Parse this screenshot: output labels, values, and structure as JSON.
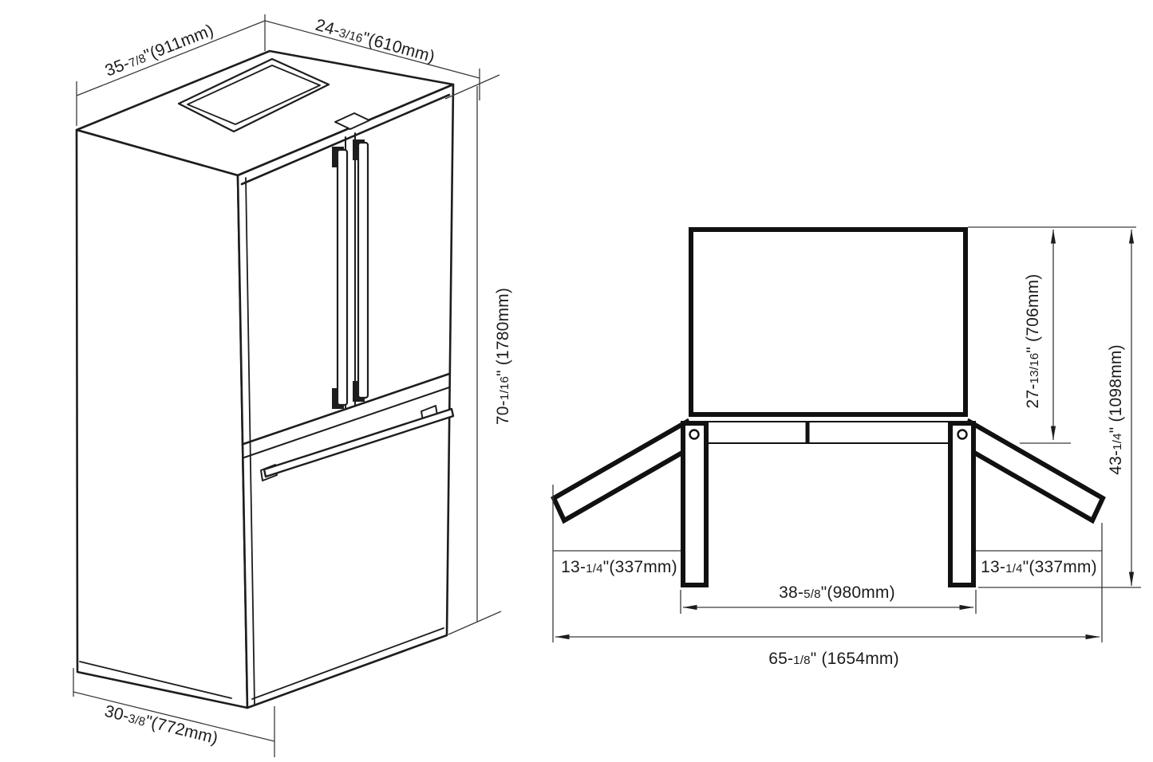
{
  "drawing": {
    "title": "refrigerator-dimension-diagram",
    "background": "#ffffff",
    "line_color": "#1d1d1d",
    "views": {
      "left": "isometric-view-french-door-refrigerator",
      "right": "top-view-doors-open"
    }
  },
  "dimensions": {
    "width_top": {
      "whole": "35-",
      "frac": "7/8",
      "rest": "\"(911mm)"
    },
    "depth_top": {
      "whole": "24-",
      "frac": "3/16",
      "rest": "\"(610mm)"
    },
    "height": {
      "whole": "70-",
      "frac": "1/16",
      "rest": "\" (1780mm)"
    },
    "depth_bottom": {
      "whole": "30-",
      "frac": "3/8",
      "rest": "\"(772mm)"
    },
    "door_depth": {
      "whole": "27-",
      "frac": "13/16",
      "rest": "\" (706mm)"
    },
    "depth_doors_open": {
      "whole": "43-",
      "frac": "1/4",
      "rest": "\" (1098mm)"
    },
    "door_swing_left": {
      "whole": "13-",
      "frac": "1/4",
      "rest": "\"(337mm)"
    },
    "door_swing_right": {
      "whole": "13-",
      "frac": "1/4",
      "rest": "\"(337mm)"
    },
    "width_doors_90": {
      "whole": "38-",
      "frac": "5/8",
      "rest": "\"(980mm)"
    },
    "width_doors_open": {
      "whole": "65-",
      "frac": "1/8",
      "rest": "\" (1654mm)"
    }
  }
}
